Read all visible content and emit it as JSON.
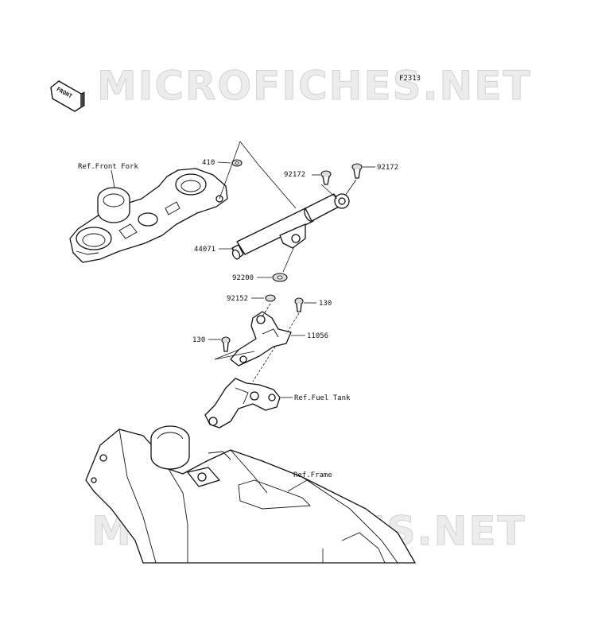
{
  "diagram_code": "F2313",
  "watermark": "MICROFICHES.NET",
  "front_arrow_text": "FRONT",
  "labels": {
    "ref_front_fork": "Ref.Front Fork",
    "p410": "410",
    "p92172_left": "92172",
    "p92172_right": "92172",
    "p44071": "44071",
    "p92200": "92200",
    "p92152": "92152",
    "p130_right": "130",
    "p130_left": "130",
    "p11056": "11056",
    "ref_fuel_tank": "Ref.Fuel Tank",
    "ref_frame": "Ref.Frame"
  }
}
